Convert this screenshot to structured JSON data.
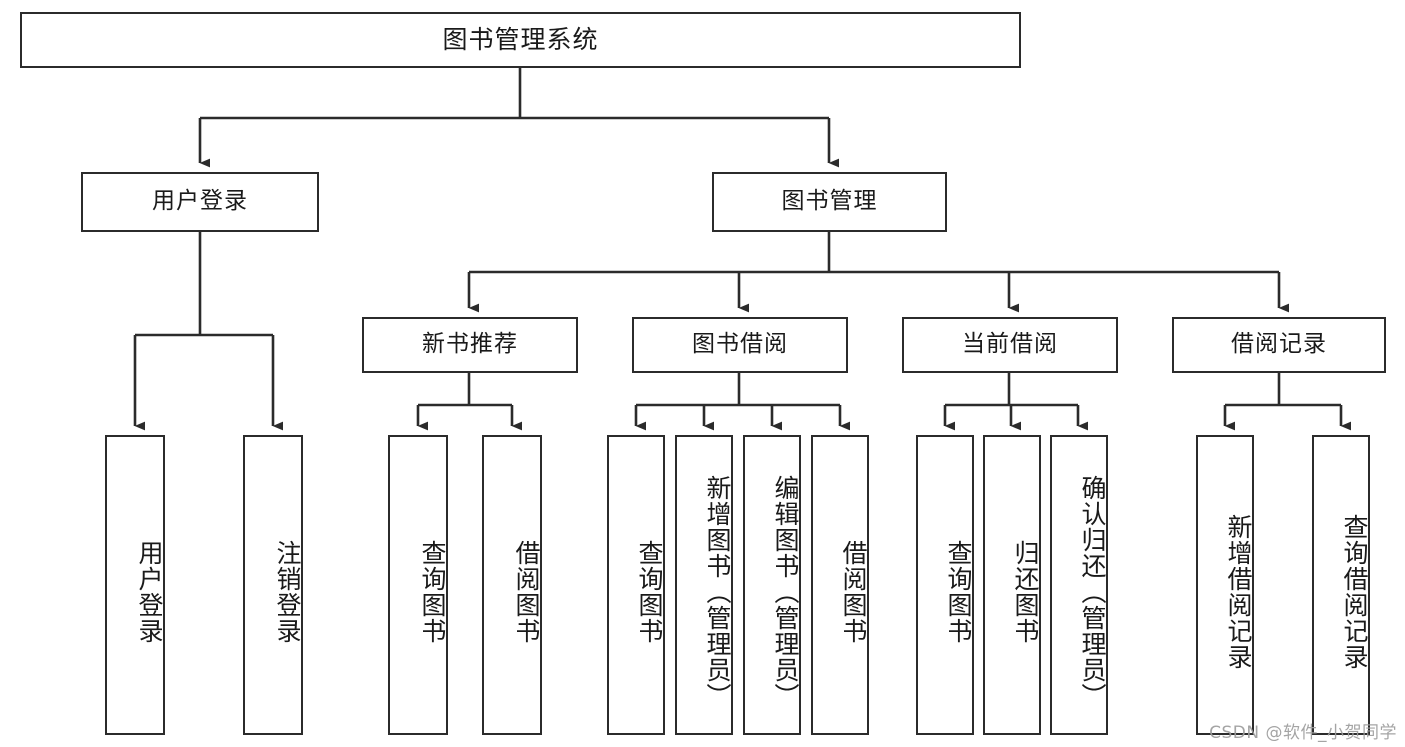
{
  "diagram": {
    "type": "tree",
    "title": "图书管理系统",
    "style": {
      "background": "#ffffff",
      "node_fill": "#ffffff",
      "node_stroke": "#2b2b2b",
      "edge_color": "#2b2b2b",
      "text_color": "#1a1a1a",
      "watermark_color": "#9d9d9d"
    },
    "nodes": {
      "root": "图书管理系统",
      "user_login": "用户登录",
      "book_manage": "图书管理",
      "new_book_rec": "新书推荐",
      "book_borrow": "图书借阅",
      "current_borrow": "当前借阅",
      "borrow_record": "借阅记录",
      "leaf_user_login": "用户登录",
      "leaf_logout": "注销登录",
      "leaf_query_book_1": "查询图书",
      "leaf_borrow_book_1": "借阅图书",
      "leaf_query_book_2": "查询图书",
      "leaf_add_book_admin": "新增图书（管理员）",
      "leaf_edit_book_admin": "编辑图书（管理员）",
      "leaf_borrow_book_2": "借阅图书",
      "leaf_query_book_3": "查询图书",
      "leaf_return_book": "归还图书",
      "leaf_confirm_return_admin": "确认归还（管理员）",
      "leaf_add_record": "新增借阅记录",
      "leaf_query_record": "查询借阅记录"
    },
    "edges": [
      {
        "from": "root",
        "to": "user_login"
      },
      {
        "from": "root",
        "to": "book_manage"
      },
      {
        "from": "user_login",
        "to": "leaf_user_login"
      },
      {
        "from": "user_login",
        "to": "leaf_logout"
      },
      {
        "from": "book_manage",
        "to": "new_book_rec"
      },
      {
        "from": "book_manage",
        "to": "book_borrow"
      },
      {
        "from": "book_manage",
        "to": "current_borrow"
      },
      {
        "from": "book_manage",
        "to": "borrow_record"
      },
      {
        "from": "new_book_rec",
        "to": "leaf_query_book_1"
      },
      {
        "from": "new_book_rec",
        "to": "leaf_borrow_book_1"
      },
      {
        "from": "book_borrow",
        "to": "leaf_query_book_2"
      },
      {
        "from": "book_borrow",
        "to": "leaf_add_book_admin"
      },
      {
        "from": "book_borrow",
        "to": "leaf_edit_book_admin"
      },
      {
        "from": "book_borrow",
        "to": "leaf_borrow_book_2"
      },
      {
        "from": "current_borrow",
        "to": "leaf_query_book_3"
      },
      {
        "from": "current_borrow",
        "to": "leaf_return_book"
      },
      {
        "from": "current_borrow",
        "to": "leaf_confirm_return_admin"
      },
      {
        "from": "borrow_record",
        "to": "leaf_add_record"
      },
      {
        "from": "borrow_record",
        "to": "leaf_query_record"
      }
    ]
  },
  "watermark": {
    "text": "CSDN @软件_小贺同学"
  }
}
